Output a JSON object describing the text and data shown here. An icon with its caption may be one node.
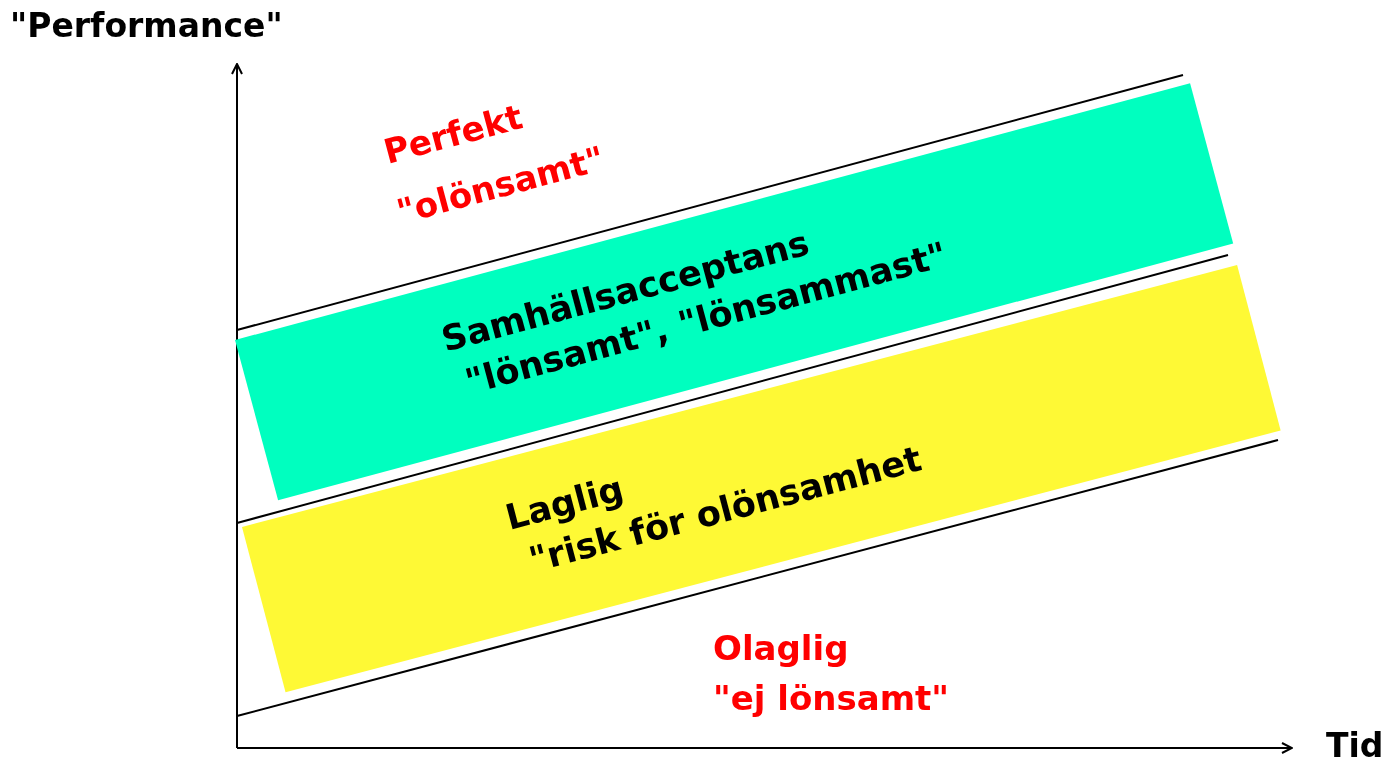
{
  "diagram": {
    "nodes": [
      {
        "text": [
          "Samhällsacceptans",
          "\"lönsamt\", \"lönsammast\""
        ]
      },
      {
        "text": [
          "Laglig",
          "\"risk för olönsamhet"
        ]
      }
    ],
    "labels": [
      "\"Performance\"",
      "Perfekt",
      "\"olönsamt\"",
      "Olaglig",
      "\"ej lönsamt\"",
      "Tid"
    ]
  }
}
